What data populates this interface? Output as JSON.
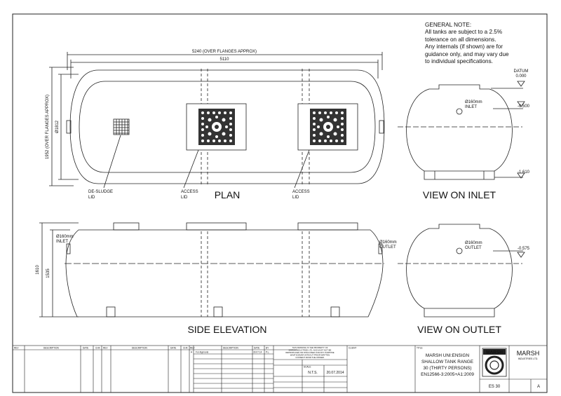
{
  "note": {
    "heading": "GENERAL NOTE:",
    "lines": [
      "All tanks are subject to a 2.5%",
      "tolerance on all dimensions.",
      "Any internals (if shown) are for",
      "guidance only, and may vary due",
      "to individual specifications."
    ]
  },
  "plan": {
    "title": "PLAN",
    "dim_overall": "5240 (OVER FLANGES APPROX)",
    "dim_length": "5110",
    "dim_width_over": "1952 (OVER FLANGES APPROX)",
    "dim_diameter": "Ø1812",
    "desludge_1": "DE-SLUDGE",
    "desludge_2": "LID",
    "access1_1": "ACCESS",
    "access1_2": "LID",
    "access2_1": "ACCESS",
    "access2_2": "LID"
  },
  "inlet_view": {
    "title": "VIEW ON INLET",
    "datum": "DATUM",
    "datum_val": "0.000",
    "inlet_1": "Ø160mm",
    "inlet_2": "INLET",
    "level1": "-0.500",
    "level2": "-1.610"
  },
  "side": {
    "title": "SIDE ELEVATION",
    "inlet_1": "Ø160mm",
    "inlet_2": "INLET",
    "outlet_1": "Ø160mm",
    "outlet_2": "OUTLET",
    "dim_h1": "1610",
    "dim_h2": "1535"
  },
  "outlet_view": {
    "title": "VIEW ON OUTLET",
    "outlet_1": "Ø160mm",
    "outlet_2": "OUTLET",
    "level": "-0.575"
  },
  "titleblock": {
    "rev_headers": [
      "REV",
      "DESCRIPTION",
      "DATE",
      "CHK",
      "REV",
      "DESCRIPTION",
      "DATE",
      "CHK",
      "REV",
      "DESCRIPTION",
      "DATE",
      "BY"
    ],
    "rev_row_rev": "A",
    "rev_row_desc": "For Approval",
    "rev_row_date": "30.07.14",
    "rev_row_by": "P.L.",
    "copyright_lines": [
      "THIS DRAWING IS THE PROPERTY OF",
      "MARSH INDUSTRIES LTD. AND MUST NOT BE",
      "REPRODUCED OR DISCLOSED FOR ANY PURPOSE",
      "WHATSOEVER WITHOUT PRIOR WRITTEN",
      "CONSENT FROM THE OWNER."
    ],
    "client": "CLIENT",
    "scale_label": "SCALE",
    "scale_val": "N.T.S.",
    "date_val": "20.07.2014",
    "title_label": "TITLE",
    "title_lines": [
      "MARSH UNI:ENSIGN",
      "SHALLOW TANK RANGE",
      "30 (THIRTY PERSONS)",
      "EN12566-3:2005+A1:2009"
    ],
    "logo": "MARSH",
    "company": "MARSH",
    "company_sub": "INDUSTRIES LTD.",
    "drawing_no": "ES 30",
    "rev": "A"
  }
}
